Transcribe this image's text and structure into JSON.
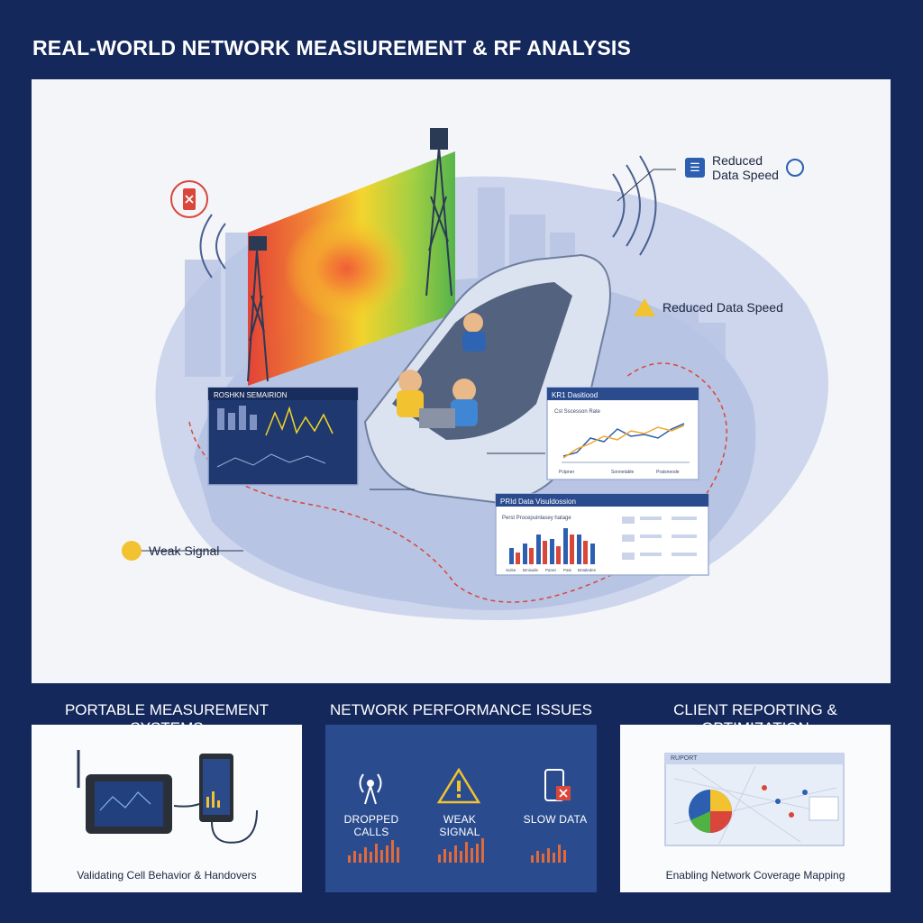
{
  "title": "REAL-WORLD NETWORK MEASIUREMENT & RF ANALYSIS",
  "hero": {
    "callout_top": "Reduced\nData Speed",
    "callout_top_line1": "Reduced",
    "callout_top_line2": "Data Speed",
    "callout_mid": "Reduced Data Speed",
    "callout_weak": "Weak Signal",
    "screen_left_title": "ROSHKN SEMAIRION",
    "screen_right_title": "KR1 Dasitiood",
    "screen_right_subtitle": "Cst Sscesson Rate",
    "screen_right_axis": [
      "Pctpner",
      "Sonnetable",
      "Pratsneode"
    ],
    "screen_bottom_title": "PRId Data Visuldossion",
    "screen_bottom_subtitle": "Perst Procepuinlasey hatage",
    "screen_bottom_axis": [
      "Sulse",
      "Bmisaile",
      "Panet",
      "Pats",
      "Bntaledes"
    ],
    "colors": {
      "heat_red": "#e53c2e",
      "heat_yellow": "#f5d424",
      "heat_green": "#6cbf3a",
      "accent_blue": "#2c5fb0"
    }
  },
  "panels": [
    {
      "title": "PORTABLE MEASUREMENT SYSTEMS",
      "caption": "Validating Cell Behavior & Handovers"
    },
    {
      "title": "NETWORK PERFORMANCE ISSUES",
      "issues": [
        {
          "label": "DROPPED CALLS",
          "icon": "signal-tower-icon"
        },
        {
          "label": "WEAK SIGNAL",
          "icon": "warning-icon"
        },
        {
          "label": "SLOW DATA",
          "icon": "phone-error-icon"
        }
      ]
    },
    {
      "title": "CLIENT REPORTING & OPTIMIZATION",
      "report_title": "RUPORT",
      "caption": "Enabling Network Coverage Mapping"
    }
  ]
}
